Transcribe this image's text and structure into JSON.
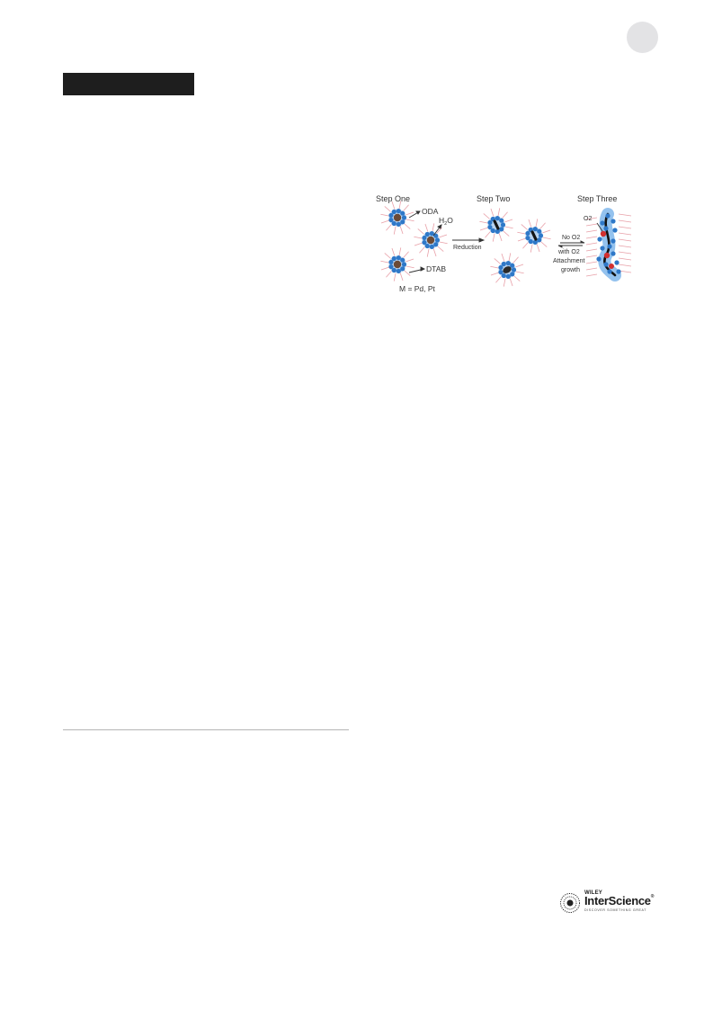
{
  "figure": {
    "step_one": "Step One",
    "step_two": "Step Two",
    "step_three": "Step Three",
    "oda": "ODA",
    "h2o_h": "H",
    "h2o_2": "2",
    "h2o_o": "O",
    "dtab": "DTAB",
    "metal": "M = Pd, Pt",
    "reduction": "Reduction",
    "no_o2": "No O2",
    "with_o2": "with O2",
    "attachment": "Attachment",
    "growth": "growth",
    "o2_label": "O2",
    "colors": {
      "micelle": "#2f78c8",
      "ligand": "#e8a0a8",
      "core": "#6b4a36",
      "oxygen": "#d23030"
    }
  },
  "logo": {
    "wiley": "WILEY",
    "brand": "InterScience",
    "registered": "®",
    "tagline": "DISCOVER SOMETHING GREAT"
  }
}
